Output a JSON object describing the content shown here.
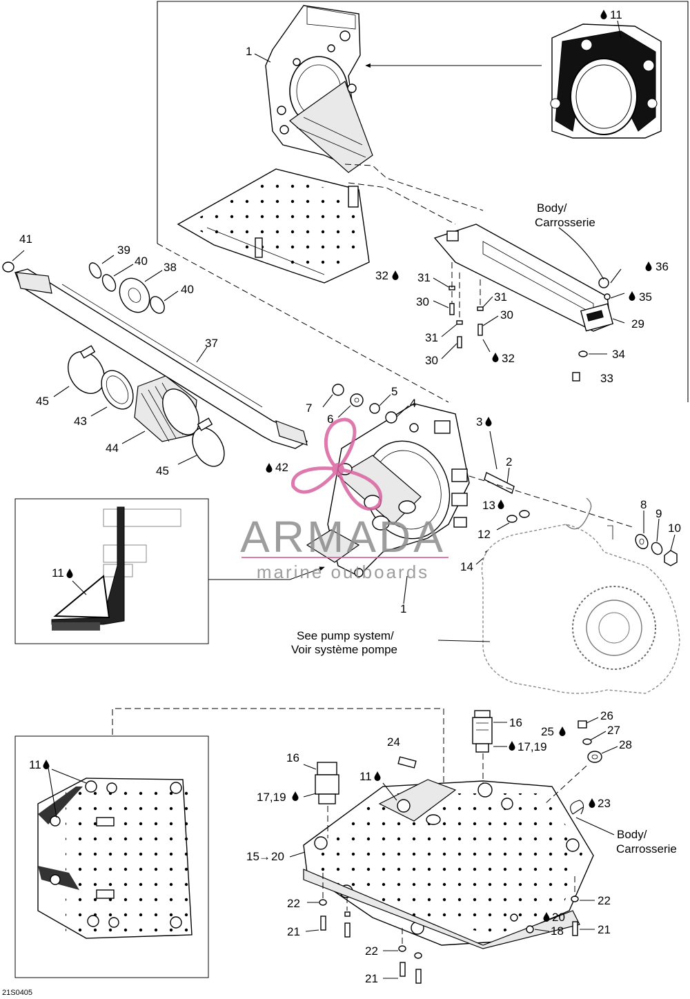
{
  "labels": {
    "l1a": "1",
    "l11a": "11",
    "body1": "Body/",
    "carr1": "Carrosserie",
    "l36": "36",
    "l35": "35",
    "l29": "29",
    "l41": "41",
    "l39": "39",
    "l40a": "40",
    "l38": "38",
    "l40b": "40",
    "l32a": "32",
    "l31a": "31",
    "l30a": "30",
    "l31b": "31",
    "l30b": "30",
    "l31c": "31",
    "l30c": "30",
    "l32b": "32",
    "l34": "34",
    "l33": "33",
    "l37": "37",
    "l45a": "45",
    "l43": "43",
    "l44": "44",
    "l45b": "45",
    "l7": "7",
    "l6": "6",
    "l5": "5",
    "l4": "4",
    "l3": "3",
    "l2": "2",
    "l42": "42",
    "l13": "13",
    "l12": "12",
    "l14": "14",
    "l8": "8",
    "l9": "9",
    "l10": "10",
    "l11b": "11",
    "l1b": "1",
    "pump1": "See pump system/",
    "pump2": "Voir système pompe",
    "l16a": "16",
    "l1719a": "17,19",
    "l26": "26",
    "l25": "25",
    "l27": "27",
    "l28": "28",
    "l24": "24",
    "l16b": "16",
    "l11c": "11",
    "l1719b": "17,19",
    "l23": "23",
    "body2": "Body/",
    "carr2": "Carrosserie",
    "l1520": "15",
    "l1520b": "20",
    "l11d": "11",
    "l22a": "22",
    "l22b": "22",
    "l20": "20",
    "l18": "18",
    "l21a": "21",
    "l21b": "21",
    "l22c": "22",
    "l21c": "21"
  },
  "watermark": {
    "brand": "ARMADA",
    "tagline": "marine outboards",
    "color": "#d8629e"
  },
  "code": "21S0405",
  "icons": {
    "oil": "oil-drop-icon",
    "arrow": "right-arrow-icon"
  }
}
